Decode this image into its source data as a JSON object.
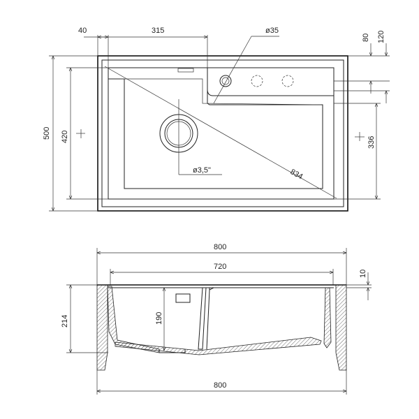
{
  "top_view": {
    "dims": {
      "edge_offset": "40",
      "hole_spacing": "315",
      "tap_hole": "ø35",
      "tap_offset_small": "80",
      "tap_offset_large": "120",
      "total_depth": "500",
      "bowl_depth": "420",
      "bowl_depth_right": "336",
      "diagonal": "834",
      "drain": "ø3,5\""
    }
  },
  "section_view": {
    "dims": {
      "total_width_top": "800",
      "inner_width": "720",
      "rim_thickness": "10",
      "total_height": "214",
      "bowl_height": "190",
      "total_width_bottom": "800"
    }
  }
}
